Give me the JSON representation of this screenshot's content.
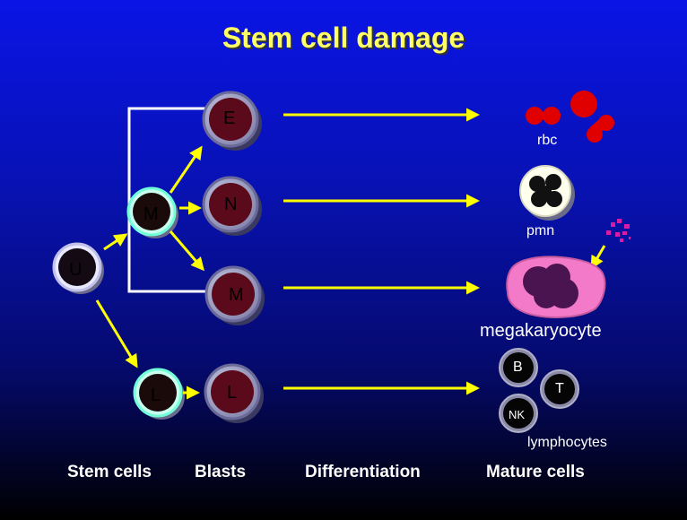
{
  "title": "Stem cell damage",
  "stem_cells": {
    "M": "M",
    "U": "U",
    "L": "L"
  },
  "blasts": {
    "E": "E",
    "N": "N",
    "M": "M",
    "L": "L"
  },
  "mature": {
    "rbc": "rbc",
    "pmn": "pmn",
    "megakaryocyte": "megakaryocyte",
    "B": "B",
    "T": "T",
    "NK": "NK",
    "lymphocytes": "lymphocytes"
  },
  "columns": {
    "stem": "Stem cells",
    "blasts": "Blasts",
    "differentiation": "Differentiation",
    "mature": "Mature cells"
  },
  "colors": {
    "title": "#ffff66",
    "arrow": "#ffff00",
    "rbc": "#e00000",
    "megakaryocyte": "#f27ac8",
    "megakaryocyte_nucleus": "#4a1450",
    "platelets": "#d81ca8",
    "blast_ring": "#9a9ab8",
    "stem_ring": "#70ffd8"
  }
}
